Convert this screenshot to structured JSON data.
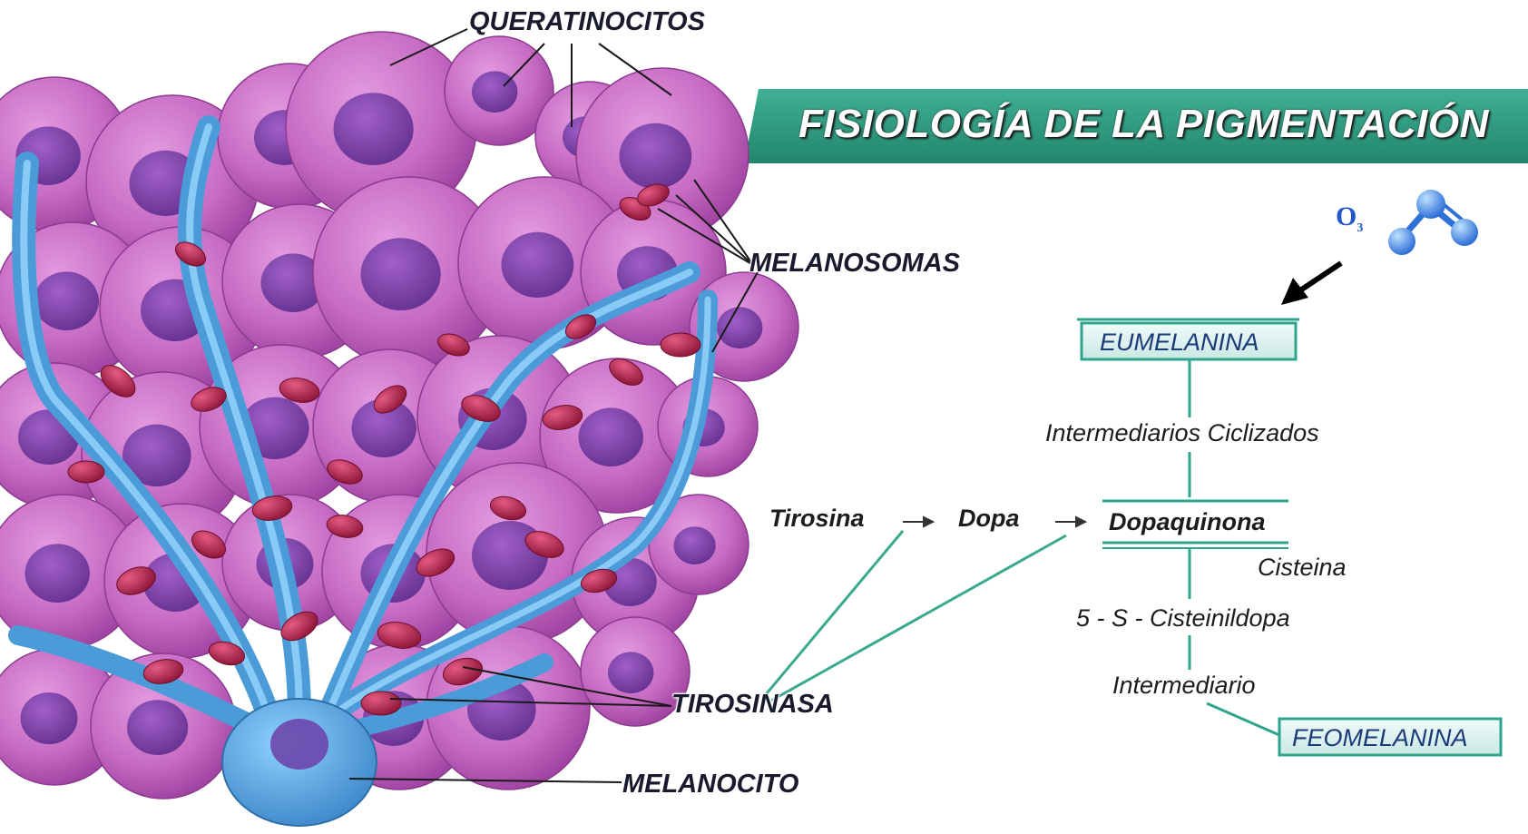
{
  "title": "FISIOLOGÍA DE LA PIGMENTACIÓN",
  "cell_labels": {
    "keratinocytes": "QUERATINOCITOS",
    "melanosomes": "MELANOSOMAS",
    "tyrosinase": "TIROSINASA",
    "melanocyte": "MELANOCITO"
  },
  "ozone": {
    "base": "O",
    "subscript": "3"
  },
  "pathway": {
    "tyrosine": "Tirosina",
    "dopa": "Dopa",
    "dopaquinone": "Dopaquinona",
    "cyclized_intermediates": "Intermediarios Ciclizados",
    "eumelanin": "EUMELANINA",
    "cysteine": "Cisteina",
    "cysteinyldopa": "5 - S - Cisteinildopa",
    "intermediate": "Intermediario",
    "pheomelanin": "FEOMELANINA"
  },
  "colors": {
    "title_band": "#2e9a80",
    "cell_pink": "#c76bc4",
    "nucleus": "#7a3aa8",
    "melanocyte_blue": "#5fb2e6",
    "melanosome": "#b8234e",
    "box_teal": "#2fa48c",
    "box_fill": "#dff1ef",
    "ozone_blue": "#2f6fd8"
  }
}
